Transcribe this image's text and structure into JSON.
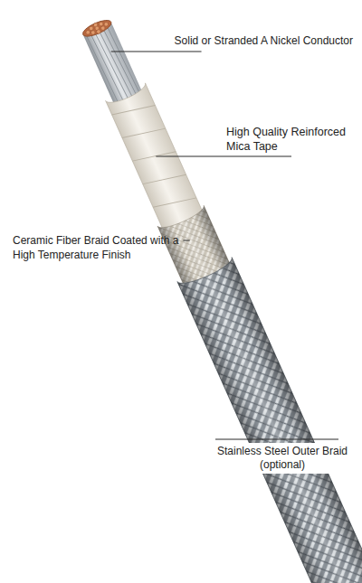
{
  "diagram": {
    "labels": [
      "Solid or Stranded A Nickel Conductor",
      "High Quality Reinforced Mica Tape",
      "Ceramic Fiber Braid Coated with a High Temperature Finish",
      "Stainless Steel Outer Braid (optional)"
    ]
  }
}
